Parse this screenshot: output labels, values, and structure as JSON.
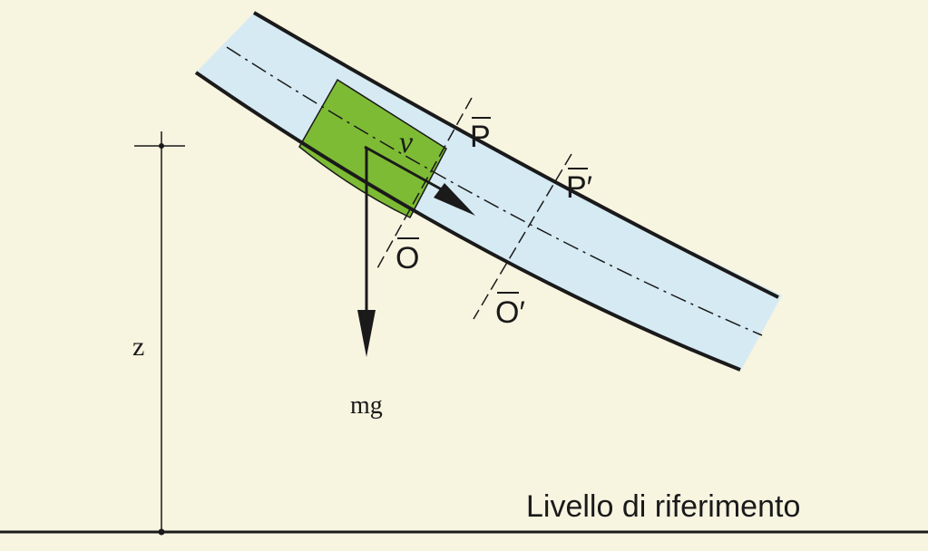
{
  "labels": {
    "velocity": "v",
    "section_upper_1": "P",
    "section_upper_2": "P′",
    "section_lower_1": "O",
    "section_lower_2": "O′",
    "height": "z",
    "gravity": "mg",
    "reference_level": "Livello di riferimento"
  },
  "colors": {
    "background": "#f7f4e0",
    "pipe_fluid": "#d6eaf3",
    "fluid_element": "#7dbb34",
    "lines": "#1a1a1a"
  }
}
